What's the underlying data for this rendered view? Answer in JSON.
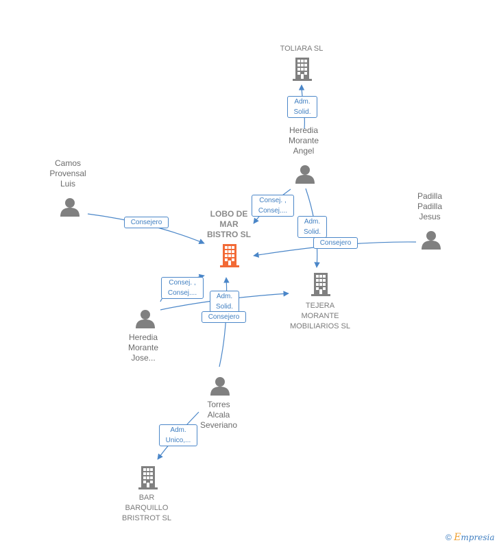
{
  "nodes": {
    "toliara": {
      "label": "TOLIARA  SL",
      "type": "company-icon"
    },
    "heredia_angel": {
      "label": "Heredia\nMorante\nAngel",
      "type": "person-icon"
    },
    "camos": {
      "label": "Camos\nProvensal\nLuis",
      "type": "person-icon"
    },
    "padilla": {
      "label": "Padilla\nPadilla\nJesus",
      "type": "person-icon"
    },
    "lobo": {
      "label": "LOBO DE\nMAR\nBISTRO  SL",
      "type": "company-icon",
      "color": "#f26a36"
    },
    "tejera": {
      "label": "TEJERA\nMORANTE\nMOBILIARIOS SL",
      "type": "company-icon"
    },
    "heredia_jose": {
      "label": "Heredia\nMorante\nJose...",
      "type": "person-icon"
    },
    "torres": {
      "label": "Torres\nAlcala\nSeveriano",
      "type": "person-icon"
    },
    "bar": {
      "label": "BAR\nBARQUILLO\nBRISTROT  SL",
      "type": "company-icon"
    }
  },
  "edges": {
    "angel_toliara": "Adm.\nSolid.",
    "angel_lobo": "Consej. ,\nConsej....",
    "angel_tejera": "Adm.\nSolid.",
    "camos_lobo": "Consejero",
    "padilla_lobo": "Consejero",
    "jose_lobo": "Consej. ,\nConsej....",
    "torres_lobo_adm": "Adm.\nSolid.",
    "torres_lobo_cons": "Consejero",
    "torres_bar": "Adm.\nUnico,..."
  },
  "colors": {
    "edge": "#4a86c8",
    "icon_gray": "#808080",
    "icon_main": "#f26a36"
  },
  "footer": {
    "copyright": "©",
    "brand_initial": "E",
    "brand_rest": "mpresia"
  }
}
